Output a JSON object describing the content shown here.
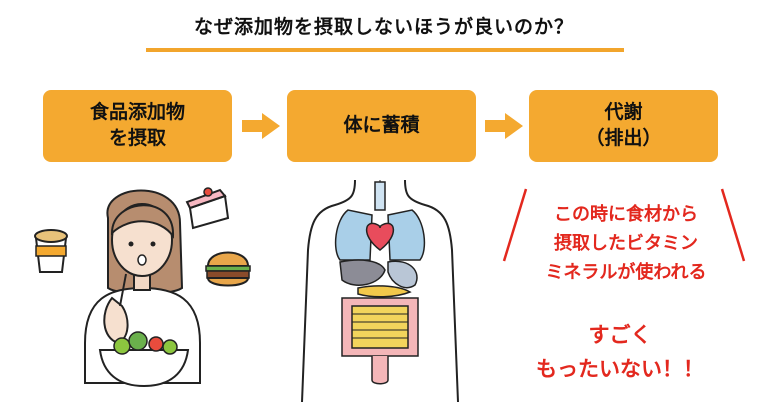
{
  "title": "なぜ添加物を摂取しないほうが良いのか？",
  "flow": {
    "steps": [
      {
        "line1": "食品添加物",
        "line2": "を摂取"
      },
      {
        "line1": "体に蓄積",
        "line2": ""
      },
      {
        "line1": "代謝",
        "line2": "（排出）"
      }
    ]
  },
  "note": {
    "lines": [
      "この時に食材から",
      "摂取したビタミン",
      "ミネラルが使われる"
    ]
  },
  "exclaim": {
    "lines": [
      "すごく",
      "もったいない！！"
    ]
  },
  "colors": {
    "accent": "#f4a930",
    "warning": "#e3281e"
  },
  "icons": [
    "arrow-right-icon",
    "person-eating-illustration",
    "cake-icon",
    "cup-noodle-icon",
    "hamburger-icon",
    "salad-bowl-icon",
    "anatomy-organs-illustration"
  ]
}
